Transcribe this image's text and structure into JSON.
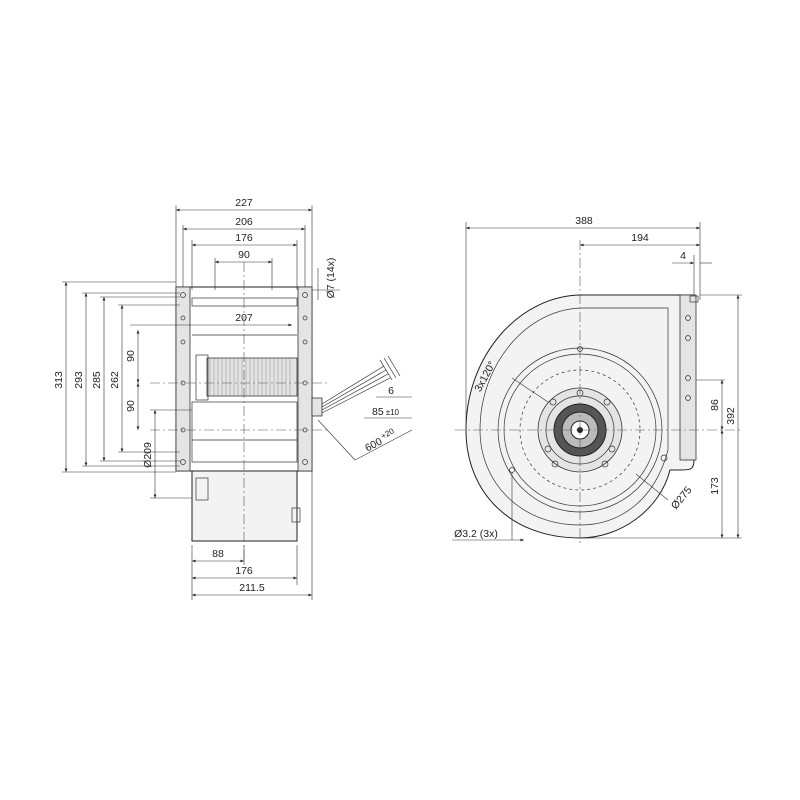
{
  "side_view": {
    "width_227": "227",
    "width_206": "206",
    "width_176_top": "176",
    "width_90": "90",
    "width_207": "207",
    "hole_dia": "Ø7 (14x)",
    "height_313": "313",
    "height_293": "293",
    "height_285": "285",
    "height_262": "262",
    "height_90_upper": "90",
    "height_90_lower": "90",
    "dia_209": "Ø209",
    "cable_6": "6",
    "cable_85": "85",
    "cable_85_tol": "±10",
    "cable_600": "600",
    "cable_600_tol": "+20",
    "bottom_88": "88",
    "bottom_176": "176",
    "bottom_211_5": "211.5"
  },
  "front_view": {
    "width_388": "388",
    "width_194": "194",
    "width_4": "4",
    "angle": "3x120°",
    "height_86": "86",
    "height_392": "392",
    "height_173": "173",
    "dia_275": "Ø275",
    "hole_3_2": "Ø3.2 (3x)"
  }
}
